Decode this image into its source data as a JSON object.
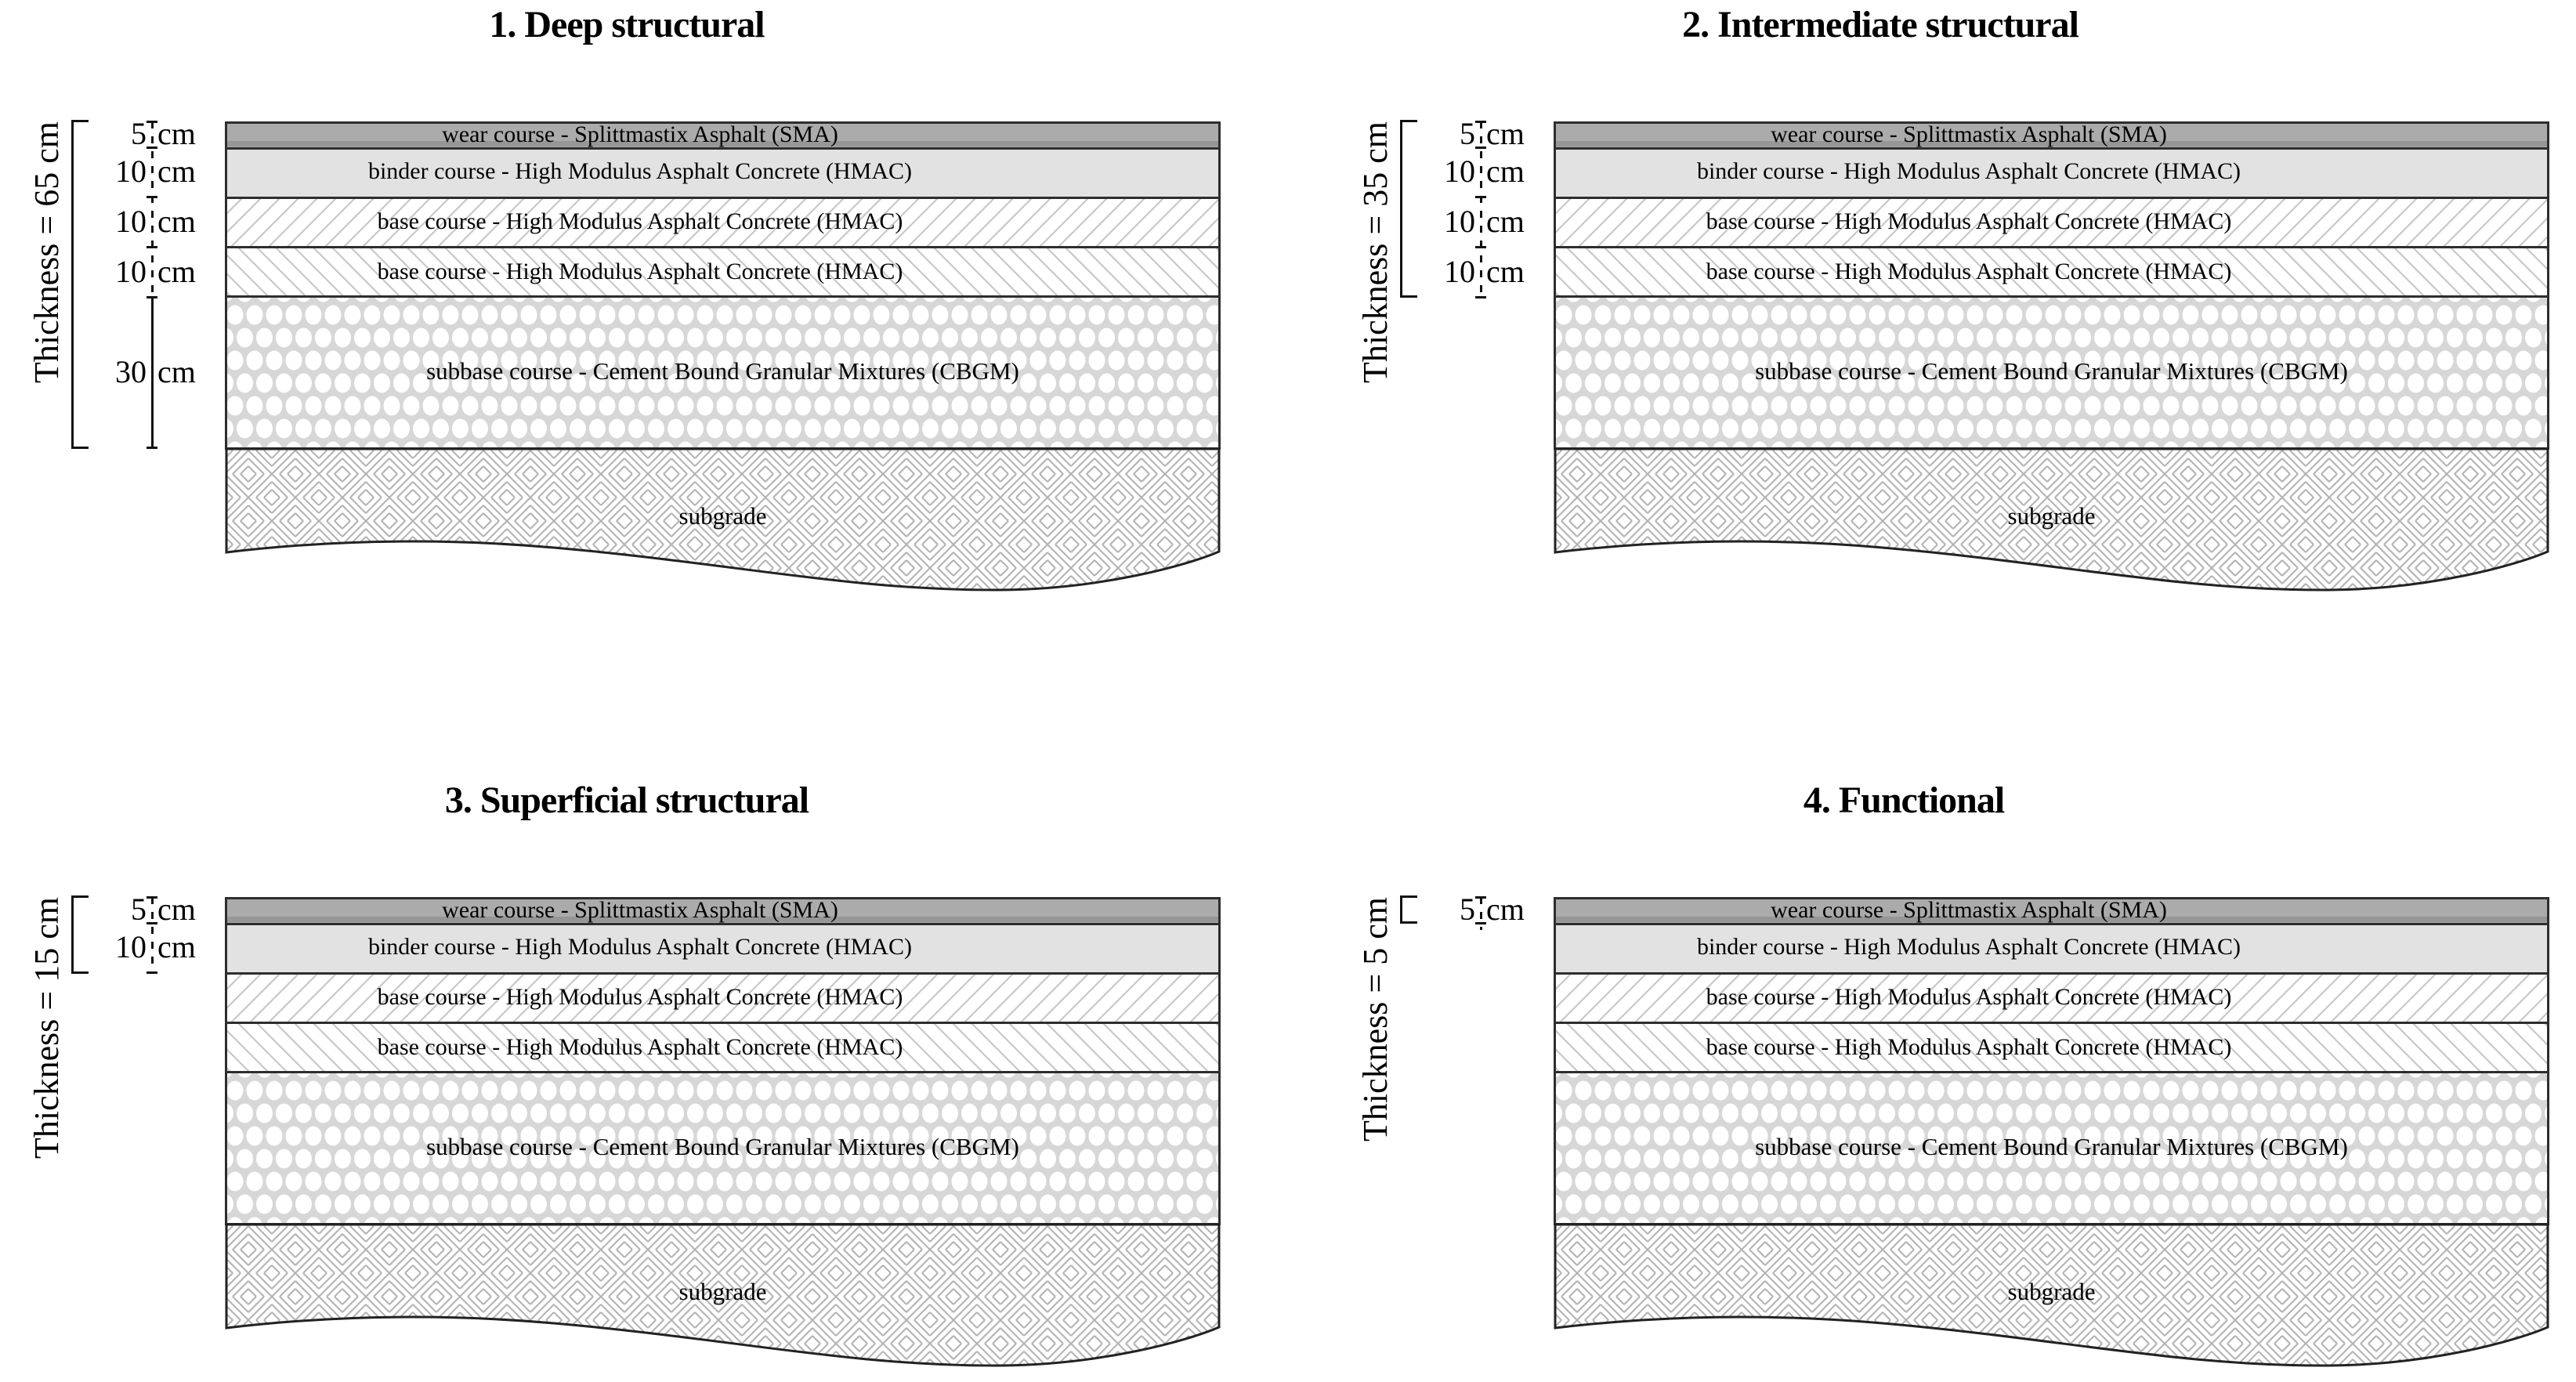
{
  "figure": {
    "description": "Four pavement repair technology cross-sections",
    "background": "#ffffff"
  },
  "layers": [
    {
      "name": "wear-course",
      "label": "wear course - Splittmastix Asphalt (SMA)",
      "pattern": "solid-dark-gray",
      "thickness_cm": 5
    },
    {
      "name": "binder-course",
      "label": "binder course - High Modulus Asphalt Concrete (HMAC)",
      "pattern": "solid-light-gray",
      "thickness_cm": 10
    },
    {
      "name": "base-course-1",
      "label": "base course - High Modulus Asphalt Concrete (HMAC)",
      "pattern": "diagonal-hatch-up",
      "thickness_cm": 10
    },
    {
      "name": "base-course-2",
      "label": "base course - High Modulus Asphalt Concrete (HMAC)",
      "pattern": "diagonal-hatch-down",
      "thickness_cm": 10
    },
    {
      "name": "subbase-course",
      "label": "subbase course - Cement Bound Granular Mixtures (CBGM)",
      "pattern": "pebbles",
      "thickness_cm": 30
    },
    {
      "name": "subgrade",
      "label": "subgrade",
      "pattern": "basket-weave",
      "thickness_cm": null
    }
  ],
  "diagrams": [
    {
      "title": "1. Deep structural",
      "thickness_text": "Thickness = 65 cm",
      "total_thickness_cm": 65,
      "dim_labels": [
        {
          "num": "5",
          "unit": "cm"
        },
        {
          "num": "10",
          "unit": "cm"
        },
        {
          "num": "10",
          "unit": "cm"
        },
        {
          "num": "10",
          "unit": "cm"
        },
        {
          "num": "30",
          "unit": "cm"
        }
      ]
    },
    {
      "title": "2. Intermediate structural",
      "thickness_text": "Thickness = 35 cm",
      "total_thickness_cm": 35,
      "dim_labels": [
        {
          "num": "5",
          "unit": "cm"
        },
        {
          "num": "10",
          "unit": "cm"
        },
        {
          "num": "10",
          "unit": "cm"
        },
        {
          "num": "10",
          "unit": "cm"
        }
      ]
    },
    {
      "title": "3. Superficial structural",
      "thickness_text": "Thickness = 15 cm",
      "total_thickness_cm": 15,
      "dim_labels": [
        {
          "num": "5",
          "unit": "cm"
        },
        {
          "num": "10",
          "unit": "cm"
        }
      ]
    },
    {
      "title": "4. Functional",
      "thickness_text": "Thickness = 5 cm",
      "total_thickness_cm": 5,
      "dim_labels": [
        {
          "num": "5",
          "unit": "cm"
        }
      ]
    }
  ],
  "colors": {
    "wear_course_fill": "#ababab",
    "wear_course_bottom_strip": "#969696",
    "binder_fill": "#e2e2e2",
    "hatch_line": "#c8c8c8",
    "pebble_background": "#d7d7d7",
    "pebble_fill": "#ffffff",
    "weave_line": "#b2b2b2",
    "border": "#2e2e2e",
    "text": "#000000"
  }
}
